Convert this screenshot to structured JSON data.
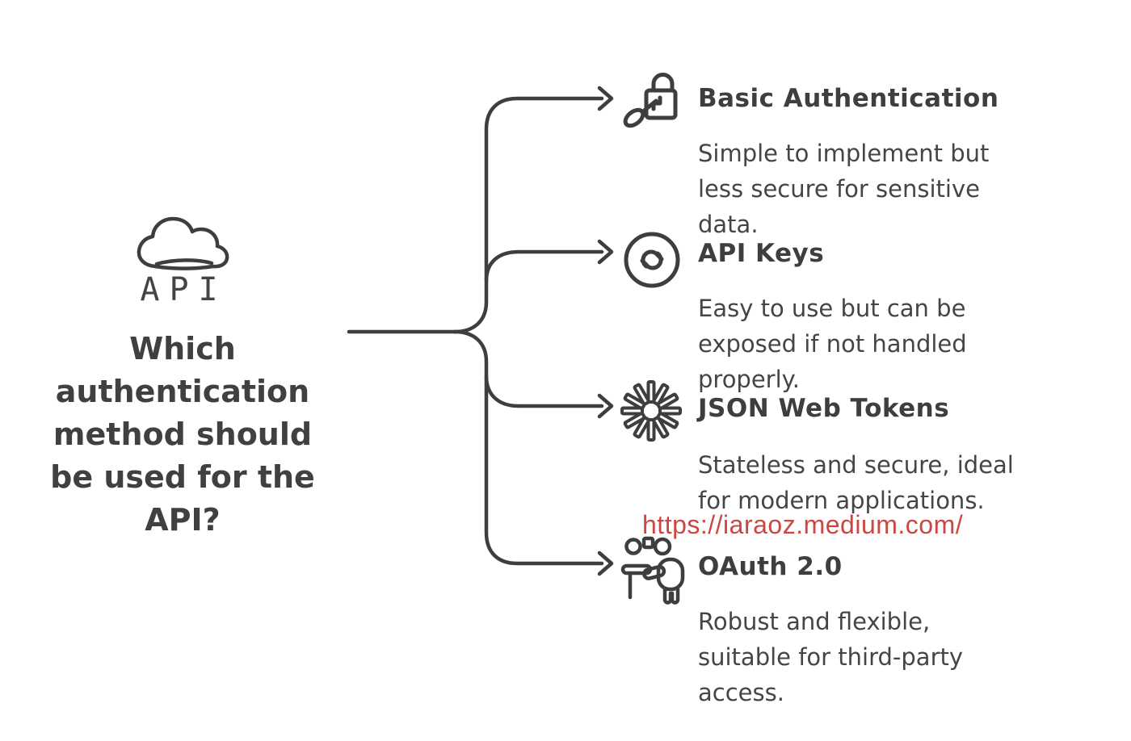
{
  "colors": {
    "ink": "#3e3e3e",
    "accent_red": "#cb4743",
    "background": "#ffffff"
  },
  "center": {
    "icon": "cloud-icon",
    "api_label": "API",
    "question": "Which\nauthentication\nmethod should\nbe used for the\nAPI?"
  },
  "watermark": {
    "url": "https://iaraoz.medium.com/"
  },
  "branches": [
    {
      "icon": "lock-key-icon",
      "title": "Basic Authentication",
      "description": "Simple to implement but\nless secure for sensitive\ndata."
    },
    {
      "icon": "authenticator-circle-icon",
      "title": "API Keys",
      "description": "Easy to use but can be\nexposed if not handled\nproperly."
    },
    {
      "icon": "jwt-starburst-icon",
      "title": "JSON Web Tokens",
      "description": "Stateless and secure, ideal\nfor modern applications."
    },
    {
      "icon": "presenter-people-icon",
      "title": "OAuth 2.0",
      "description": "Robust and flexible,\nsuitable for third-party\naccess."
    }
  ]
}
